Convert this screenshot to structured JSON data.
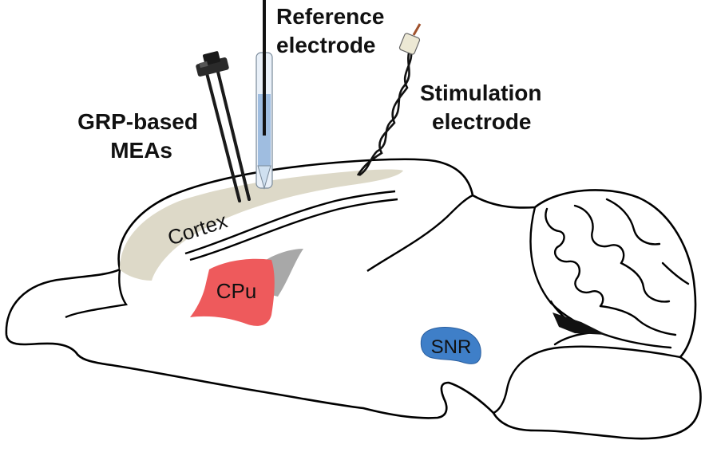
{
  "labels": {
    "reference_line1": "Reference",
    "reference_line2": "electrode",
    "mea_line1": "GRP-based",
    "mea_line2": "MEAs",
    "stim_line1": "Stimulation",
    "stim_line2": "electrode"
  },
  "regions": {
    "cortex": "Cortex",
    "cpu": "CPu",
    "snr": "SNR"
  },
  "colors": {
    "cortex_fill": "#ddd9c8",
    "cpu_fill": "#ee5a5c",
    "cpu_shadow": "#a8a8a8",
    "snr_fill": "#3f7fc8",
    "reference_fluid": "#9fbde0",
    "brain_outline": "#000000"
  }
}
